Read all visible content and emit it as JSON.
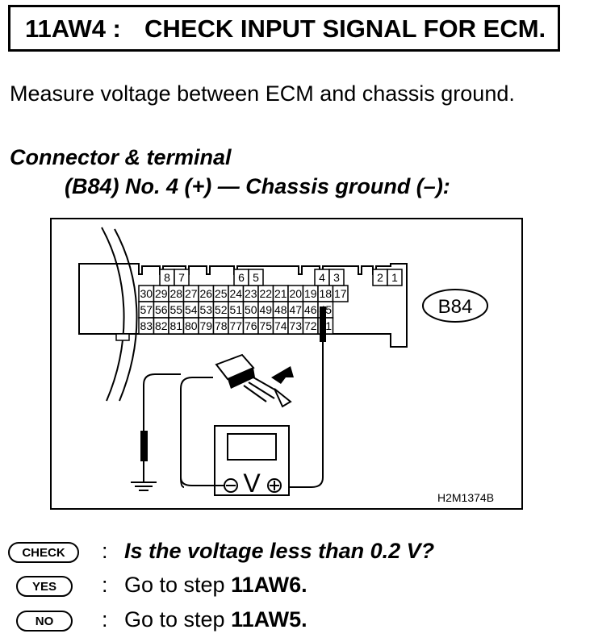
{
  "header": {
    "step_code": "11AW4 :",
    "step_title": "CHECK INPUT SIGNAL FOR ECM."
  },
  "instruction": "Measure voltage between ECM and chassis ground.",
  "connector": {
    "heading": "Connector & terminal",
    "terminal": "(B84) No. 4 (+) — Chassis ground (–):"
  },
  "figure": {
    "connector_label": "B84",
    "figure_code": "H2M1374B",
    "meter_symbol": "V",
    "top_pins": [
      "8",
      "7",
      "6",
      "5",
      "4",
      "3",
      "2",
      "1"
    ],
    "row1": [
      "30",
      "29",
      "28",
      "27",
      "26",
      "25",
      "24",
      "23",
      "22",
      "21",
      "20",
      "19",
      "18",
      "17"
    ],
    "row2": [
      "57",
      "56",
      "55",
      "54",
      "53",
      "52",
      "51",
      "50",
      "49",
      "48",
      "47",
      "46",
      "45"
    ],
    "row3": [
      "83",
      "82",
      "81",
      "80",
      "79",
      "78",
      "77",
      "76",
      "75",
      "74",
      "73",
      "72",
      "71"
    ]
  },
  "steps": [
    {
      "badge": "CHECK",
      "colon": ":",
      "text": "Is the voltage less than 0.2 V?",
      "target": ""
    },
    {
      "badge": "YES",
      "colon": ":",
      "text": "Go to step ",
      "target": "11AW6."
    },
    {
      "badge": "NO",
      "colon": ":",
      "text": "Go to step ",
      "target": "11AW5."
    }
  ]
}
